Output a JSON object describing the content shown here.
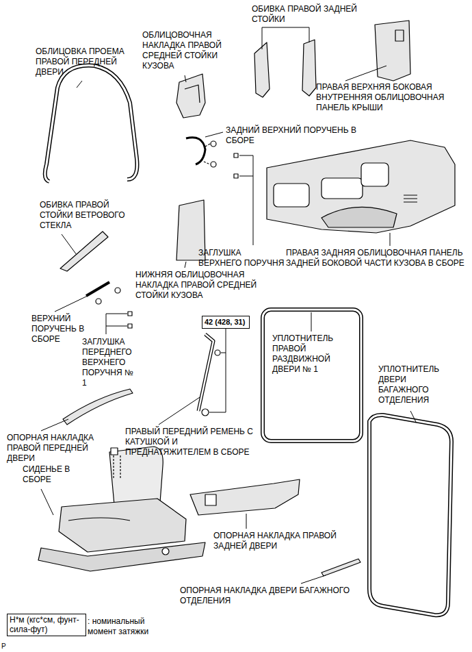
{
  "diagram": {
    "nodes": [
      {
        "text": [
          "42 (428, 31)"
        ]
      },
      {
        "text": [
          "Н*м (кгс*см, фунт-сила-фут)"
        ]
      }
    ],
    "labels": [
      "ОБИВКА ПРАВОЙ ЗАДНЕЙ СТОЙКИ",
      "ОБЛИЦОВОЧНАЯ НАКЛАДКА ПРАВОЙ СРЕДНЕЙ СТОЙКИ КУЗОВА",
      "ОБЛИЦОВКА ПРОЕМА ПРАВОЙ ПЕРЕДНЕЙ ДВЕРИ",
      "ПРАВАЯ ВЕРХНЯЯ БОКОВАЯ ВНУТРЕННЯЯ ОБЛИЦОВОЧНАЯ ПАНЕЛЬ КРЫШИ",
      "ЗАДНИЙ ВЕРХНИЙ ПОРУЧЕНЬ В СБОРЕ",
      "ОБИВКА ПРАВОЙ СТОЙКИ ВЕТРОВОГО СТЕКЛА",
      "ЗАГЛУШКА ВЕРХНЕГО ПОРУЧНЯ",
      "ПРАВАЯ ЗАДНЯЯ ОБЛИЦОВОЧНАЯ ПАНЕЛЬ ЗАДНЕЙ БОКОВОЙ ЧАСТИ КУЗОВА В СБОРЕ",
      "НИЖНЯЯ ОБЛИЦОВОЧНАЯ НАКЛАДКА ПРАВОЙ СРЕДНЕЙ СТОЙКИ КУЗОВА",
      "ВЕРХНИЙ ПОРУЧЕНЬ В СБОРЕ",
      "ЗАГЛУШКА ПЕРЕДНЕГО ВЕРХНЕГО ПОРУЧНЯ № 1",
      "УПЛОТНИТЕЛЬ ПРАВОЙ РАЗДВИЖНОЙ ДВЕРИ № 1",
      "УПЛОТНИТЕЛЬ ДВЕРИ БАГАЖНОГО ОТДЕЛЕНИЯ",
      "ОПОРНАЯ НАКЛАДКА ПРАВОЙ ПЕРЕДНЕЙ ДВЕРИ",
      "ПРАВЫЙ ПЕРЕДНИЙ РЕМЕНЬ С КАТУШКОЙ И ПРЕДНАТЯЖИТЕЛЕМ В СБОРЕ",
      "СИДЕНЬЕ В СБОРЕ",
      "ОПОРНАЯ НАКЛАДКА ПРАВОЙ ЗАДНЕЙ ДВЕРИ",
      "ОПОРНАЯ НАКЛАДКА ДВЕРИ БАГАЖНОГО ОТДЕЛЕНИЯ",
      ": номинальный момент затяжки",
      "P"
    ]
  }
}
